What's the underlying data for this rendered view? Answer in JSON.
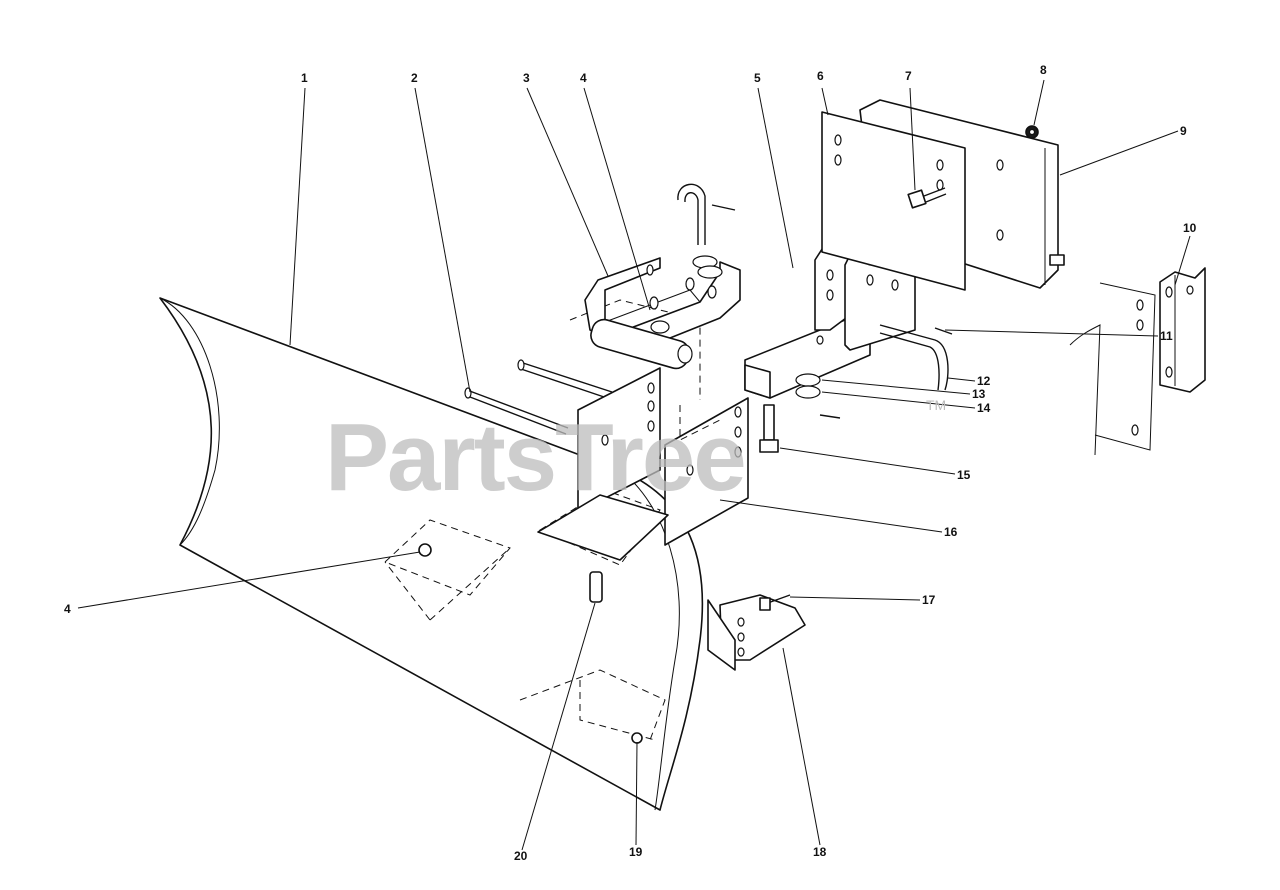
{
  "watermark": {
    "text": "PartsTree",
    "mark": "TM"
  },
  "callouts": [
    {
      "id": "1",
      "label": "1"
    },
    {
      "id": "2",
      "label": "2"
    },
    {
      "id": "3",
      "label": "3"
    },
    {
      "id": "4a",
      "label": "4"
    },
    {
      "id": "5",
      "label": "5"
    },
    {
      "id": "6",
      "label": "6"
    },
    {
      "id": "7",
      "label": "7"
    },
    {
      "id": "8",
      "label": "8"
    },
    {
      "id": "9",
      "label": "9"
    },
    {
      "id": "10",
      "label": "10"
    },
    {
      "id": "11",
      "label": "11"
    },
    {
      "id": "12",
      "label": "12"
    },
    {
      "id": "13",
      "label": "13"
    },
    {
      "id": "14",
      "label": "14"
    },
    {
      "id": "15",
      "label": "15"
    },
    {
      "id": "16",
      "label": "16"
    },
    {
      "id": "4b",
      "label": "4"
    },
    {
      "id": "17",
      "label": "17"
    },
    {
      "id": "18",
      "label": "18"
    },
    {
      "id": "19",
      "label": "19"
    },
    {
      "id": "20",
      "label": "20"
    }
  ]
}
